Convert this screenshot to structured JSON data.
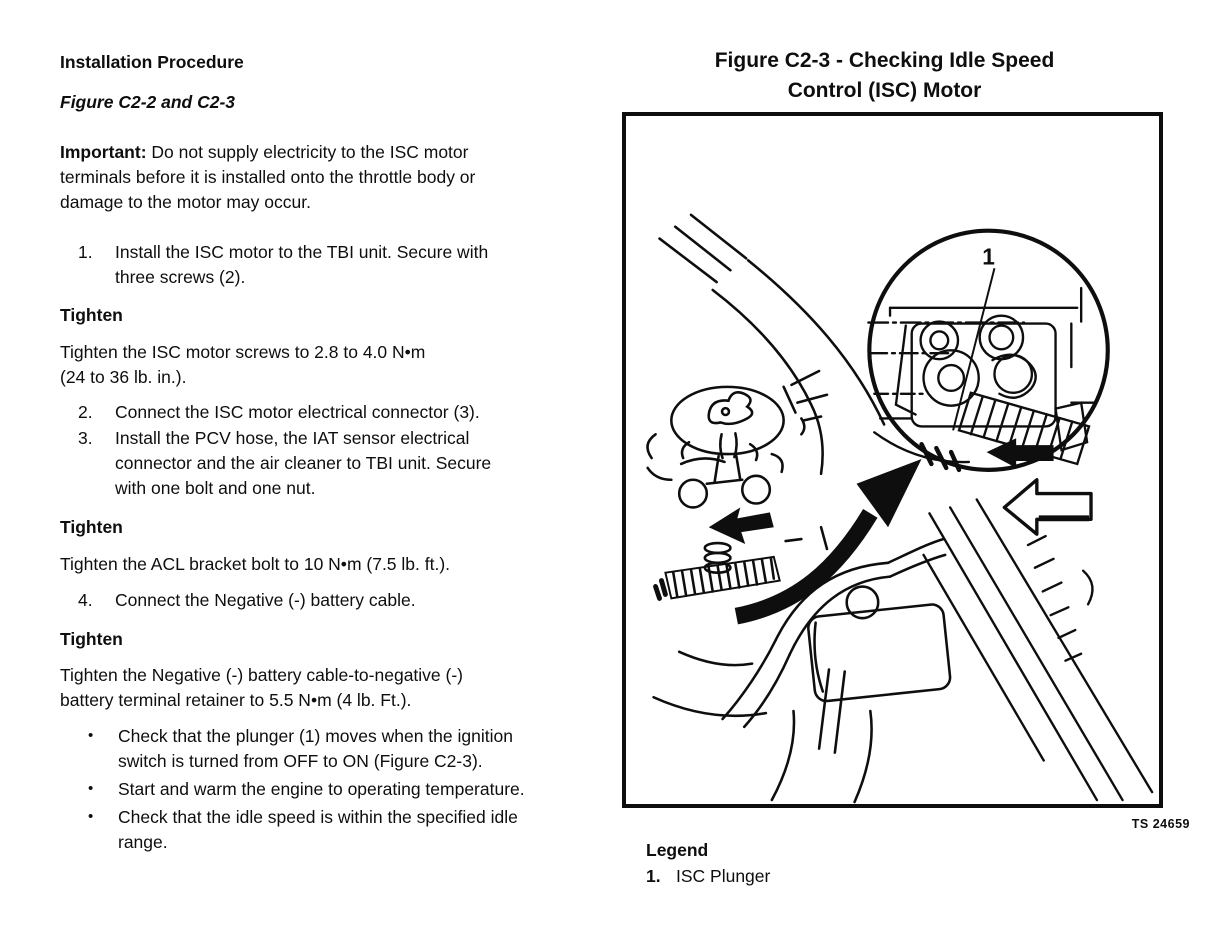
{
  "ink": "#0e0e0e",
  "bullet_char": "•",
  "left": {
    "heading": "Installation Procedure",
    "figure_ref": "Figure C2-2 and C2-3",
    "important_label": "Important:",
    "important_text": " Do not supply electricity to the ISC motor\nterminals before it is installed onto the throttle body or\ndamage to the motor may occur.",
    "steps": [
      {
        "num": "1.",
        "text": "Install the ISC motor to the TBI unit. Secure with\nthree screws (2)."
      },
      {
        "num": "2.",
        "text": "Connect the ISC motor electrical connector (3)."
      },
      {
        "num": "3.",
        "text": "Install the PCV hose, the IAT sensor electrical\nconnector and the air cleaner to TBI unit. Secure\nwith one bolt and one nut."
      },
      {
        "num": "4.",
        "text": "Connect the Negative (-) battery cable."
      }
    ],
    "tighten": [
      {
        "heading": "Tighten",
        "text": "Tighten the ISC motor screws to 2.8 to 4.0 N•m\n(24 to 36 lb. in.)."
      },
      {
        "heading": "Tighten",
        "text": "Tighten the ACL bracket bolt to 10 N•m (7.5 lb. ft.)."
      },
      {
        "heading": "Tighten",
        "text": "Tighten the Negative (-) battery cable-to-negative (-)\nbattery terminal retainer to 5.5 N•m (4 lb. Ft.)."
      }
    ],
    "bullets": [
      "Check that the plunger (1) moves when the ignition\nswitch is turned from OFF to ON (Figure C2-3).",
      "Start and warm the engine to operating temperature.",
      "Check that the idle speed is within the specified idle\nrange."
    ]
  },
  "figure": {
    "title_lines": [
      "Figure C2-3 - Checking Idle Speed",
      "Control (ISC) Motor"
    ],
    "stamp": "TS 24659",
    "callout_label": "1",
    "legend_heading": "Legend",
    "legend_items": [
      {
        "num": "1.",
        "text": "ISC Plunger"
      }
    ]
  }
}
